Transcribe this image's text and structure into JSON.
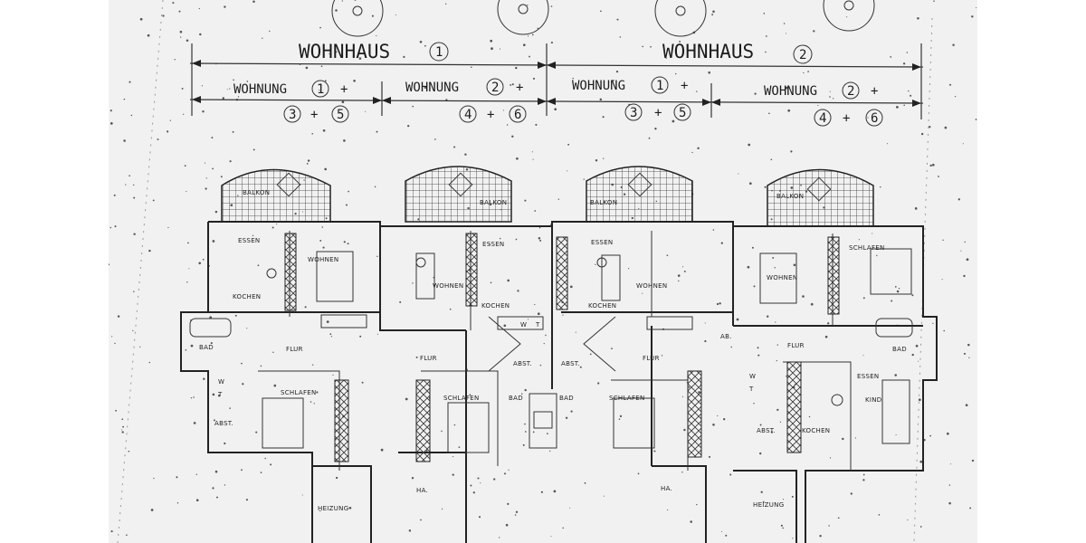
{
  "house_headers": [
    "WOHNHAUS",
    "WOHNHAUS"
  ],
  "house_numbers": [
    "1",
    "2"
  ],
  "apartment_headers": [
    "WOHNUNG",
    "WOHNUNG",
    "WOHNUNG",
    "WOHNUNG"
  ],
  "apartment_line1": [
    {
      "a": "1",
      "plus": "+"
    },
    {
      "a": "2",
      "plus": "+"
    },
    {
      "a": "1",
      "plus": "+"
    },
    {
      "a": "2",
      "plus": "+"
    }
  ],
  "apartment_line2": [
    {
      "a": "3",
      "plus": "+",
      "b": "5"
    },
    {
      "a": "4",
      "plus": "+",
      "b": "6"
    },
    {
      "a": "3",
      "plus": "+",
      "b": "5"
    },
    {
      "a": "4",
      "plus": "+",
      "b": "6"
    }
  ],
  "rooms": {
    "balkon": "BALKON",
    "essen": "ESSEN",
    "wohnen": "WOHNEN",
    "kochen": "KOCHEN",
    "flur": "FLUR",
    "bad": "BAD",
    "schlafen": "SCHLAFEN",
    "abst": "ABST.",
    "heizung": "HEIZUNG",
    "ha": "HA.",
    "kind": "KIND",
    "ab": "AB.",
    "w": "W",
    "t": "T"
  },
  "colors": {
    "paper": "#f1f1f1",
    "background": "#ffffff",
    "ink": "#222222"
  }
}
